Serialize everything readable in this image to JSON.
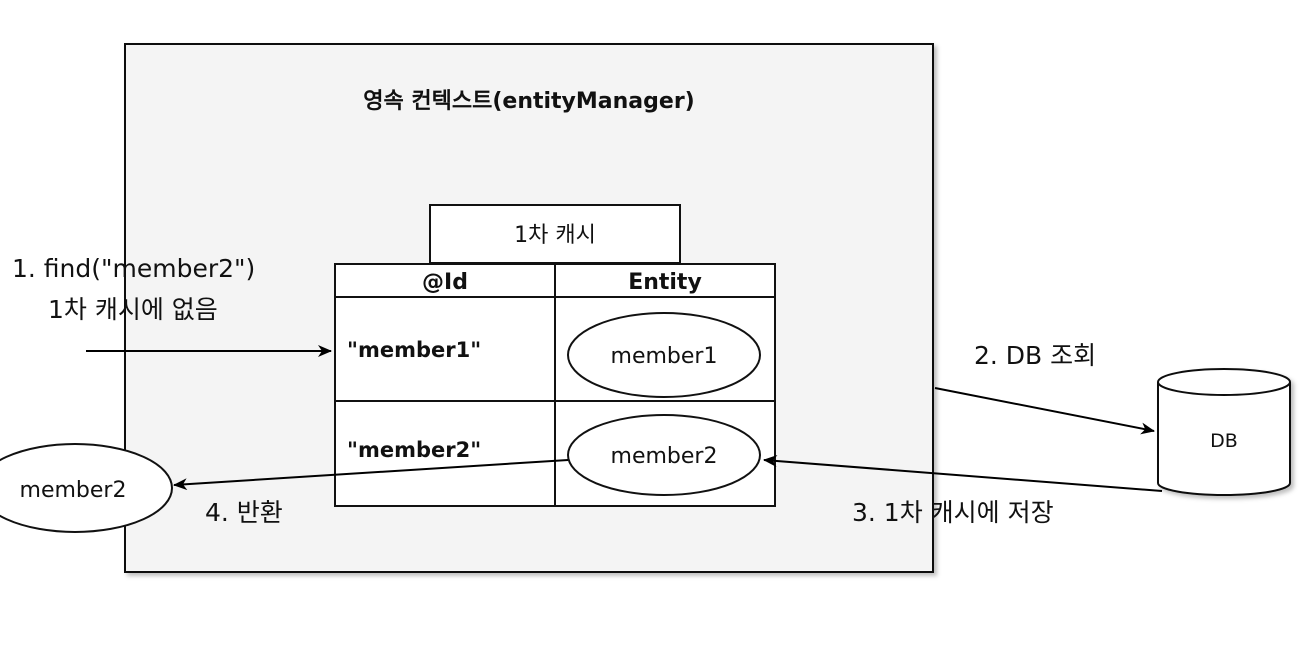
{
  "context": {
    "title": "영속 컨텍스트(entityManager)"
  },
  "cache": {
    "title": "1차 캐시",
    "col_id": "@Id",
    "col_entity": "Entity",
    "rows": [
      {
        "id": "\"member1\"",
        "entity": "member1"
      },
      {
        "id": "\"member2\"",
        "entity": "member2"
      }
    ]
  },
  "db": {
    "label": "DB"
  },
  "steps": {
    "step1_line1": "1. find(\"member2\")",
    "step1_line2": "1차 캐시에 없음",
    "step2": "2. DB 조회",
    "step3": "3. 1차 캐시에 저장",
    "step4": "4. 반환"
  },
  "returned_entity": "member2"
}
